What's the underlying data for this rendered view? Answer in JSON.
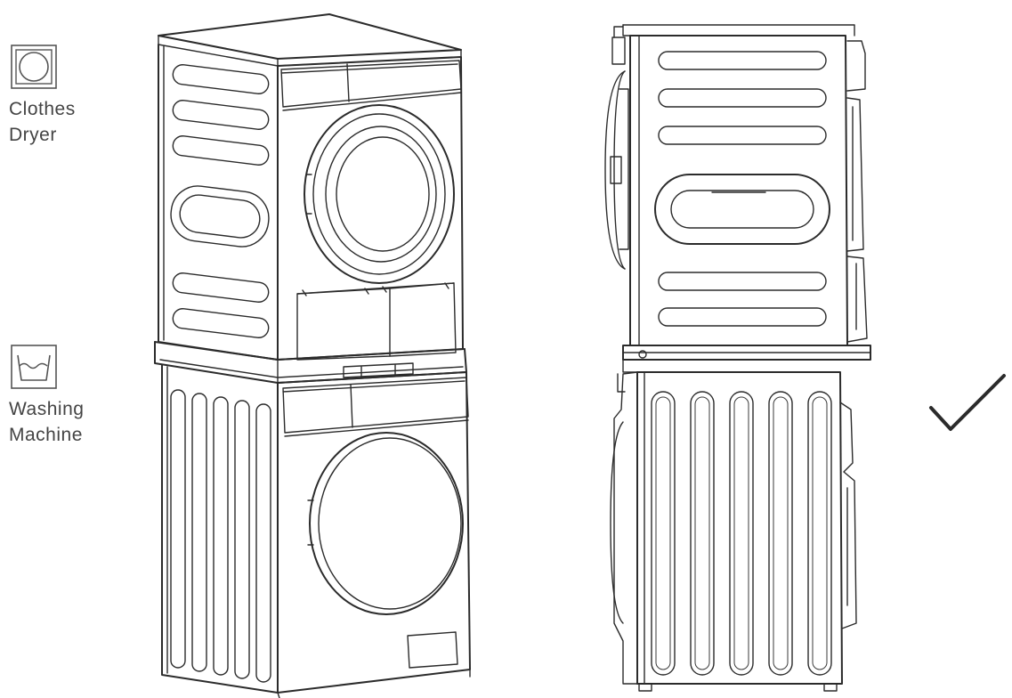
{
  "legend": {
    "dryer": {
      "line1": "Clothes",
      "line2": "Dryer",
      "icon": "dryer-symbol-icon"
    },
    "washer": {
      "line1": "Washing",
      "line2": "Machine",
      "icon": "washing-symbol-icon"
    }
  },
  "status_icon": "checkmark-icon",
  "colors": {
    "line": "#2b2b2b",
    "text": "#444444",
    "background": "#ffffff"
  }
}
